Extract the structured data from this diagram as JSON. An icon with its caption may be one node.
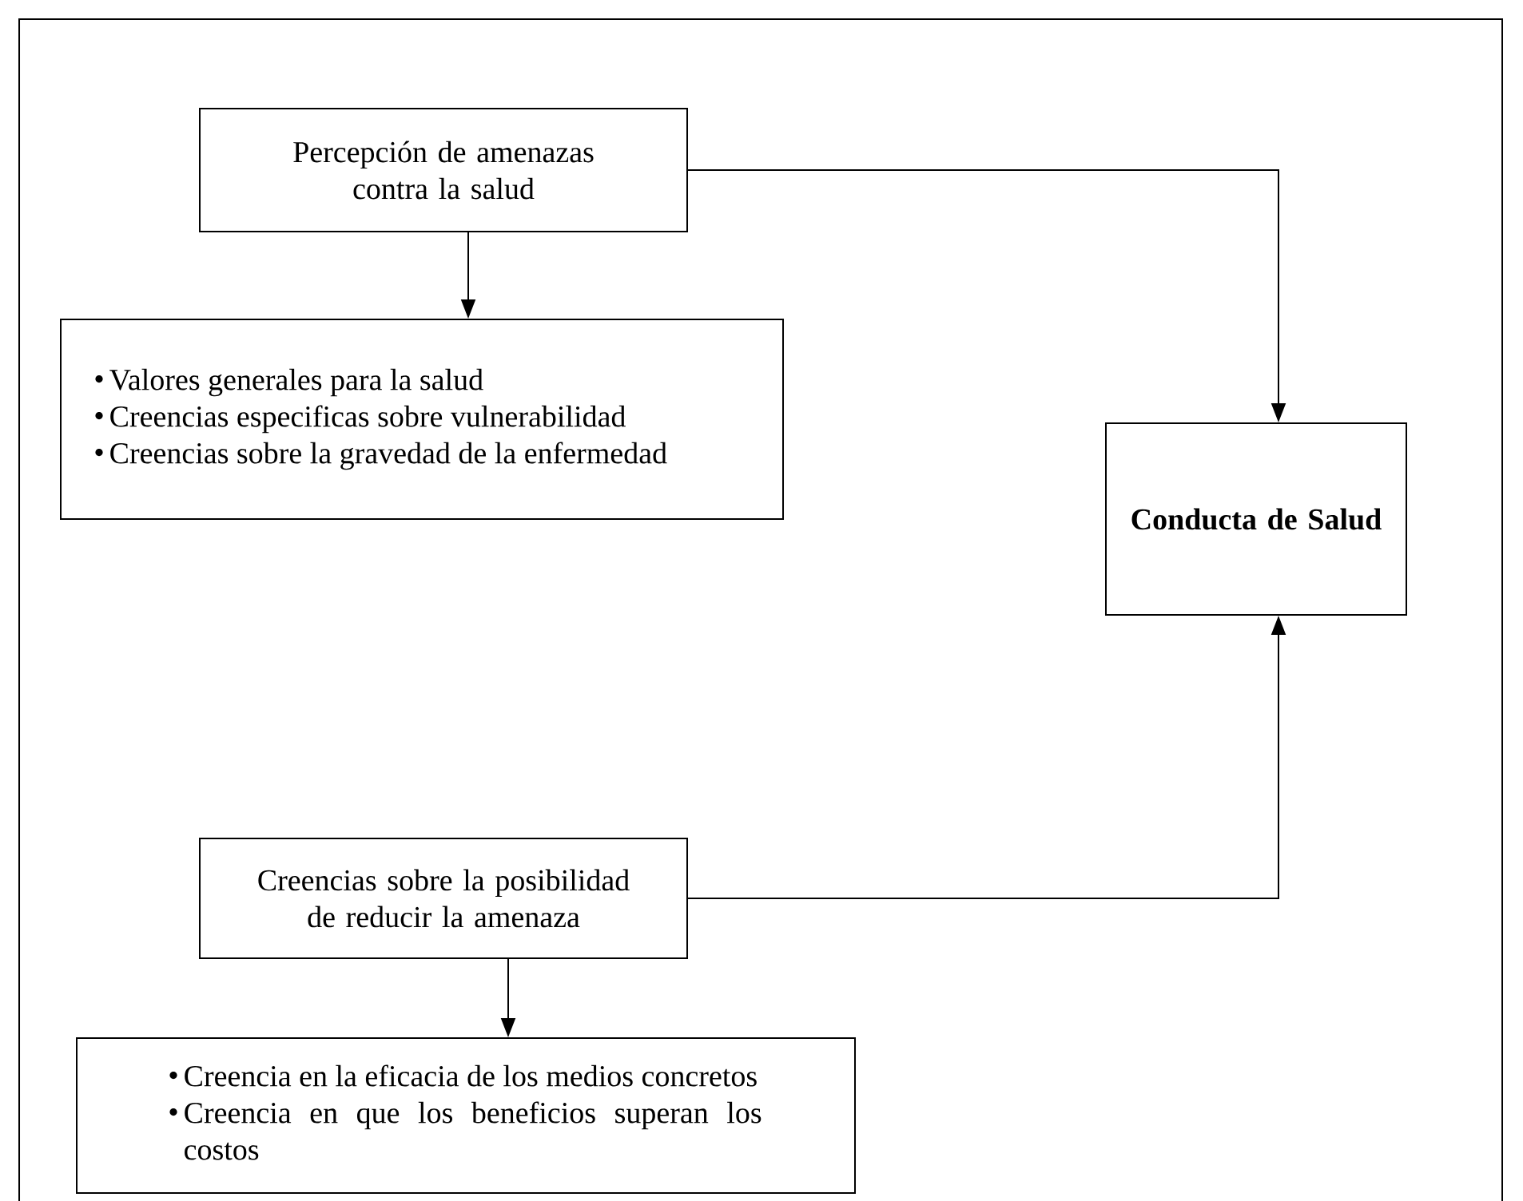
{
  "diagram": {
    "nodes": [
      {
        "text": [
          "Percepción de amenazas contra la salud"
        ]
      },
      {
        "text": [
          "Valores generales para la salud",
          "Creencias especificas sobre vulnerabilidad",
          "Creencias sobre la gravedad de la enfermedad"
        ]
      },
      {
        "text": [
          "Conducta de Salud"
        ]
      },
      {
        "text": [
          "Creencias sobre la posibilidad de reducir la amenaza"
        ]
      },
      {
        "text": [
          "Creencia en la eficacia de los medios concretos",
          "Creencia en que los beneficios superan los costos"
        ]
      }
    ],
    "edges": [
      {
        "from": 0,
        "to": 1,
        "arrow": "to"
      },
      {
        "from": 0,
        "to": 2,
        "arrow": "to"
      },
      {
        "from": 3,
        "to": 4,
        "arrow": "to"
      },
      {
        "from": 3,
        "to": 2,
        "arrow": "to"
      }
    ]
  }
}
